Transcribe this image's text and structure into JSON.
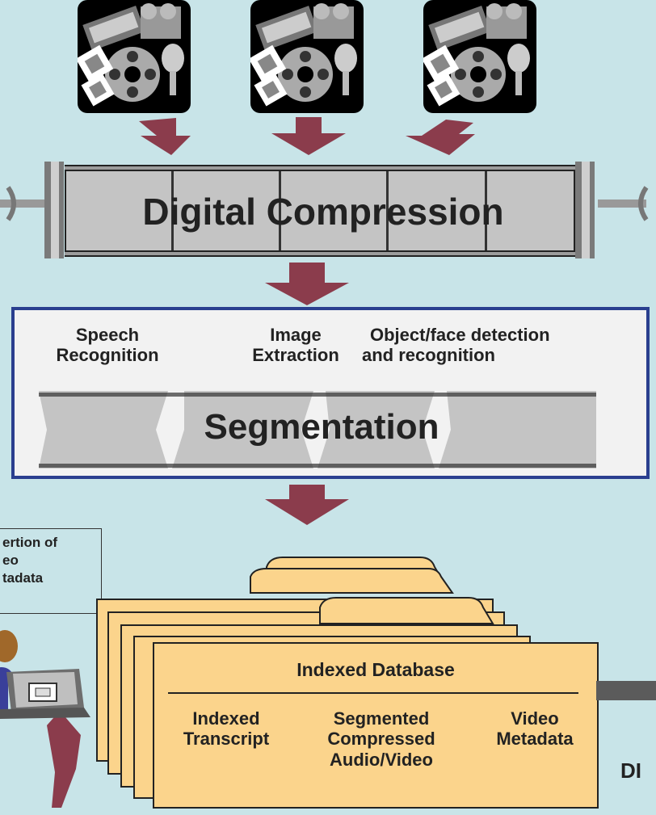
{
  "compression": {
    "label": "Digital Compression"
  },
  "segmentation": {
    "label": "Segmentation",
    "speech_line1": "Speech",
    "speech_line2": "Recognition",
    "image_line1": "Image",
    "image_line2": "Extraction",
    "object_line1": "Object/face detection",
    "object_line2": "and recognition"
  },
  "insertion_box": {
    "line1": "ertion of",
    "line2": "eo",
    "line3": "tadata"
  },
  "database": {
    "title": "Indexed Database",
    "col1_line1": "Indexed",
    "col1_line2": "Transcript",
    "col2_line1": "Segmented",
    "col2_line2": "Compressed",
    "col2_line3": "Audio/Video",
    "col3_line1": "Video",
    "col3_line2": "Metadata"
  },
  "right_partial_text": "DI",
  "colors": {
    "background": "#c8e4e8",
    "arrow": "#8b3c4c",
    "segmentation_border": "#2a3f8f",
    "database_fill": "#fbd48c",
    "film_gray": "#c0c0c0"
  }
}
